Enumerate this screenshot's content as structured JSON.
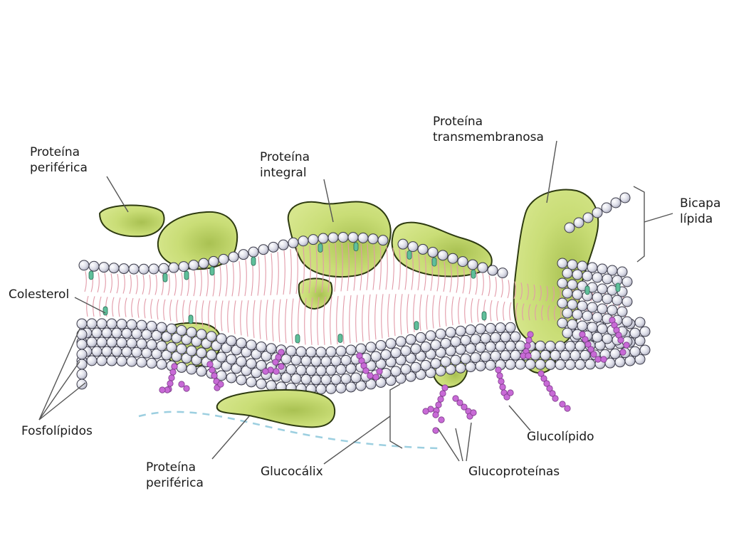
{
  "diagram": {
    "labels": {
      "peripheral_top_line1": "Proteína",
      "peripheral_top_line2": "periférica",
      "integral_line1": "Proteína",
      "integral_line2": "integral",
      "transmembrane_line1": "Proteína",
      "transmembrane_line2": "transmembranosa",
      "bilayer_line1": "Bicapa",
      "bilayer_line2": "lípida",
      "cholesterol": "Colesterol",
      "phospholipids": "Fosfolípidos",
      "peripheral_bottom_line1": "Proteína",
      "peripheral_bottom_line2": "periférica",
      "glycocalyx": "Glucocálix",
      "glycolipid": "Glucolípido",
      "glycoproteins": "Glucoproteínas"
    },
    "colors": {
      "protein_fill": "#c9dd76",
      "protein_shade": "#9fb84a",
      "protein_stroke": "#2d3a10",
      "lipid_head": "#e3e4ee",
      "lipid_head_stroke": "#3a3a48",
      "lipid_tail": "#e29aa8",
      "cholesterol": "#5fbf9a",
      "sugar": "#c86ad6",
      "glycocalyx_dash": "#9ccfe0",
      "leader_line": "#555555"
    }
  }
}
